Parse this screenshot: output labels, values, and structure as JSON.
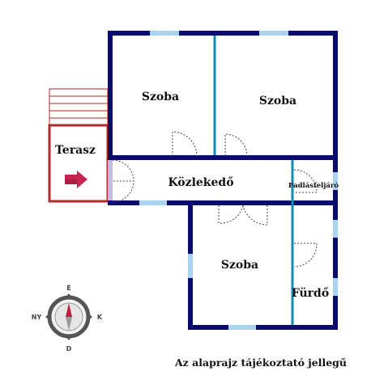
{
  "rooms": {
    "room_top_left": "Szoba",
    "room_top_right": "Szoba",
    "room_bottom": "Szoba",
    "corridor": "Közlekedő",
    "attic_access": "Padlásfeljáró",
    "bathroom": "Fürdő",
    "terrace": "Terasz"
  },
  "compass": {
    "north": "É",
    "south": "D",
    "west": "NY",
    "east": "K"
  },
  "note": "Az alaprajz tájékoztató jellegű",
  "colors": {
    "wall": "#0b0b6e",
    "window": "#a9d4ee",
    "partition": "#1a8ab0",
    "terrace": "#b02a2a",
    "arrow": "#c4244f",
    "door": "#444444",
    "compass_ring": "#555555",
    "compass_north": "#c0213f"
  }
}
